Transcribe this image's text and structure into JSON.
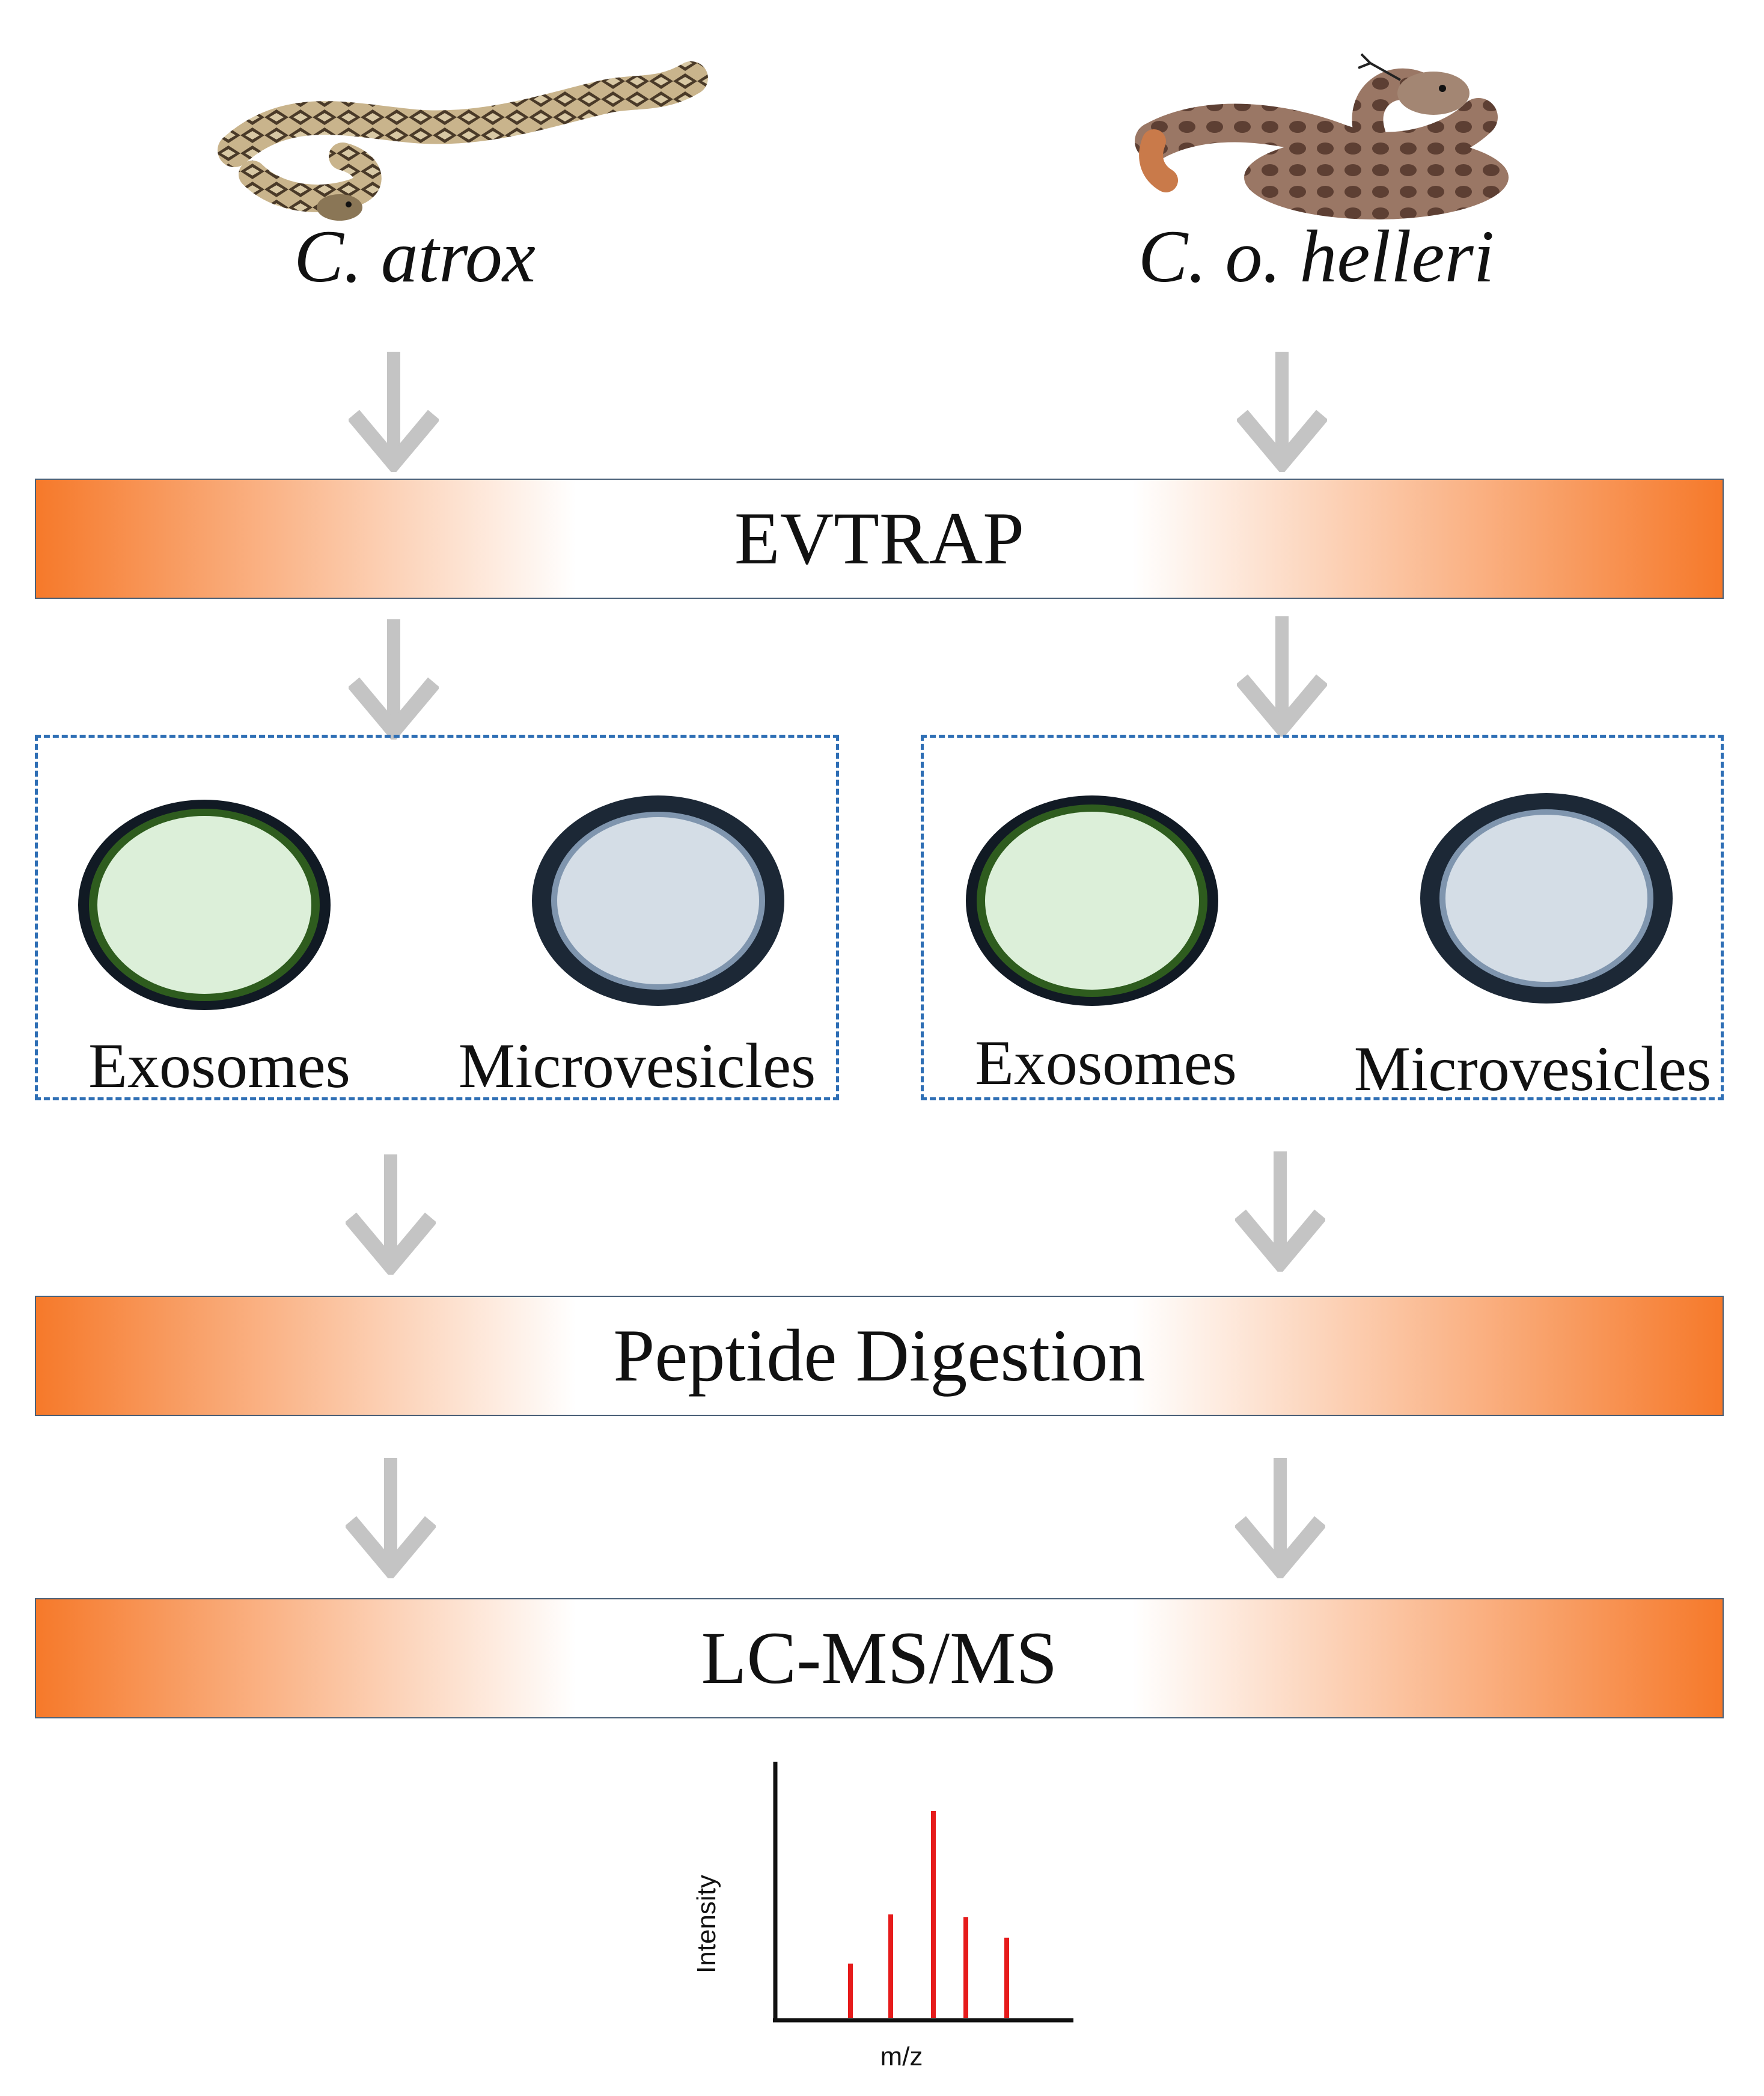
{
  "species": {
    "left": "C. atrox",
    "right": "C. o. helleri"
  },
  "steps": {
    "evtrap": "EVTRAP",
    "digestion": "Peptide Digestion",
    "lcms": "LC-MS/MS"
  },
  "vesicles": {
    "left": {
      "exosomes": "Exosomes",
      "microvesicles": "Microvesicles"
    },
    "right": {
      "exosomes": "Exosomes",
      "microvesicles": "Microvesicles"
    }
  },
  "spectrum": {
    "xlabel": "m/z",
    "ylabel": "Intensity",
    "peaks": [
      0.21,
      0.4,
      0.8,
      0.39,
      0.31
    ],
    "peak_color": "#e61b1b"
  },
  "colors": {
    "bar_orange": "#f6792a",
    "arrow_gray": "#c4c4c4",
    "dash_blue": "#2f6fb5",
    "exosome_fill": "#dcefd9",
    "exosome_ring": "#2e5c1e",
    "microvesicle_fill": "#d4dde6",
    "microvesicle_ring": "#1c2836"
  }
}
